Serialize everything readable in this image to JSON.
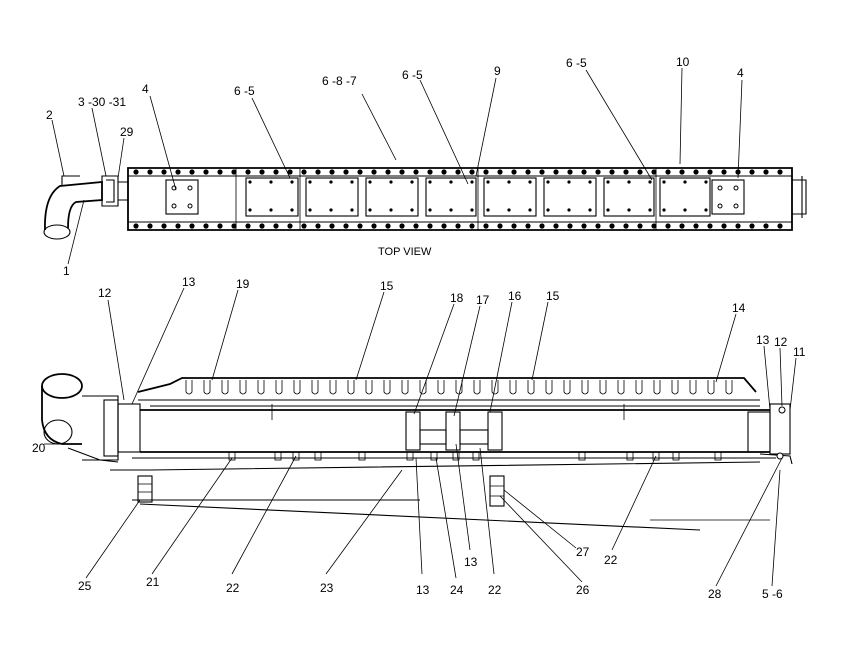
{
  "views": {
    "top_view_title": "TOP VIEW"
  },
  "callouts": {
    "top": [
      {
        "id": "t2",
        "text": "2"
      },
      {
        "id": "t3-30-31",
        "text": "3 -30 -31"
      },
      {
        "id": "t29",
        "text": "29"
      },
      {
        "id": "t4a",
        "text": "4"
      },
      {
        "id": "t6-5a",
        "text": "6 -5"
      },
      {
        "id": "t6-8-7",
        "text": "6 -8 -7"
      },
      {
        "id": "t6-5b",
        "text": "6 -5"
      },
      {
        "id": "t9",
        "text": "9"
      },
      {
        "id": "t6-5c",
        "text": "6 -5"
      },
      {
        "id": "t10",
        "text": "10"
      },
      {
        "id": "t4b",
        "text": "4"
      },
      {
        "id": "t1",
        "text": "1"
      }
    ],
    "side": [
      {
        "id": "s12a",
        "text": "12"
      },
      {
        "id": "s13a",
        "text": "13"
      },
      {
        "id": "s19",
        "text": "19"
      },
      {
        "id": "s15a",
        "text": "15"
      },
      {
        "id": "s18",
        "text": "18"
      },
      {
        "id": "s17",
        "text": "17"
      },
      {
        "id": "s16",
        "text": "16"
      },
      {
        "id": "s15b",
        "text": "15"
      },
      {
        "id": "s14",
        "text": "14"
      },
      {
        "id": "s13b",
        "text": "13"
      },
      {
        "id": "s12b",
        "text": "12"
      },
      {
        "id": "s11",
        "text": "11"
      },
      {
        "id": "s20",
        "text": "20"
      },
      {
        "id": "s25",
        "text": "25"
      },
      {
        "id": "s21",
        "text": "21"
      },
      {
        "id": "s22a",
        "text": "22"
      },
      {
        "id": "s23",
        "text": "23"
      },
      {
        "id": "s13c",
        "text": "13"
      },
      {
        "id": "s24",
        "text": "24"
      },
      {
        "id": "s13d",
        "text": "13"
      },
      {
        "id": "s22b",
        "text": "22"
      },
      {
        "id": "s26",
        "text": "26"
      },
      {
        "id": "s27",
        "text": "27"
      },
      {
        "id": "s22c",
        "text": "22"
      },
      {
        "id": "s28",
        "text": "28"
      },
      {
        "id": "s5-6",
        "text": "5 -6"
      }
    ]
  }
}
